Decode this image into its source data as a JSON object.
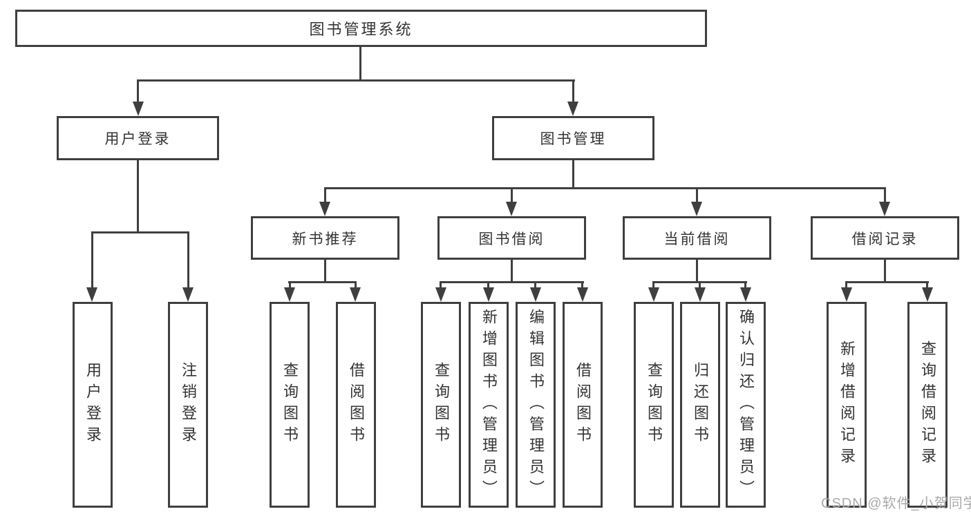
{
  "diagram": {
    "root": {
      "label": "图书管理系统"
    },
    "level1": [
      {
        "label": "用户登录"
      },
      {
        "label": "图书管理"
      }
    ],
    "level2": [
      {
        "label": "新书推荐"
      },
      {
        "label": "图书借阅"
      },
      {
        "label": "当前借阅"
      },
      {
        "label": "借阅记录"
      }
    ],
    "leaves": [
      {
        "label": "用户登录"
      },
      {
        "label": "注销登录"
      },
      {
        "label": "查询图书"
      },
      {
        "label": "借阅图书"
      },
      {
        "label": "查询图书"
      },
      {
        "label": "新增图书（管理员）"
      },
      {
        "label": "编辑图书（管理员）"
      },
      {
        "label": "借阅图书"
      },
      {
        "label": "查询图书"
      },
      {
        "label": "归还图书"
      },
      {
        "label": "确认归还（管理员）"
      },
      {
        "label": "新增借阅记录"
      },
      {
        "label": "查询借阅记录"
      }
    ]
  },
  "watermark": {
    "text": "CSDN @软件_小贺同学"
  },
  "colors": {
    "line": "#3f3f3f",
    "text": "#333333",
    "watermark": "#a9a9a9",
    "background": "#ffffff"
  }
}
